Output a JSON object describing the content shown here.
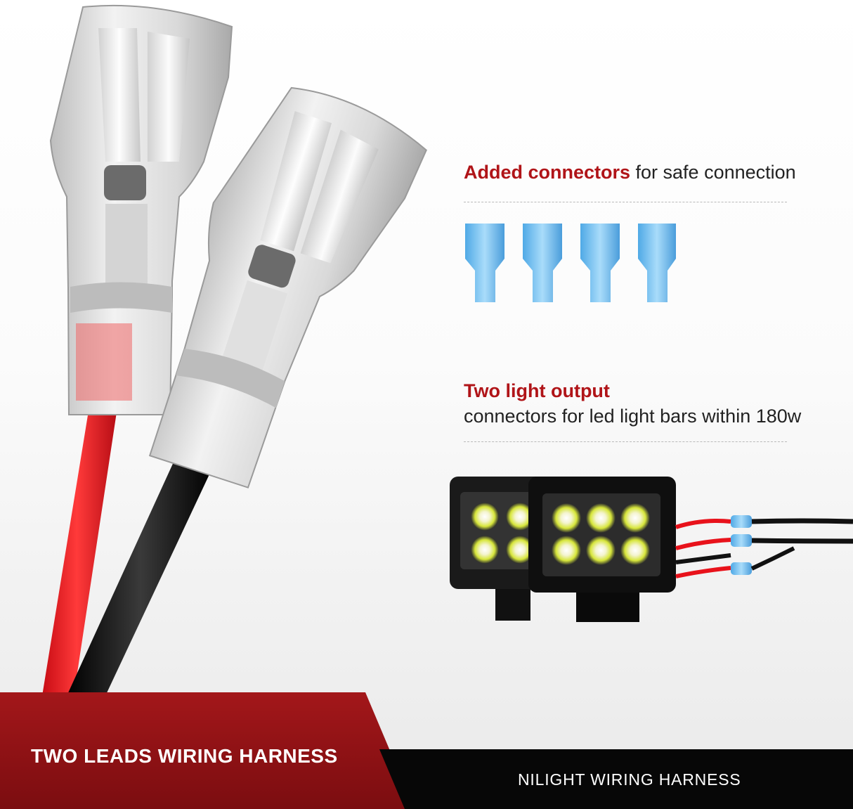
{
  "feature_1": {
    "highlight": "Added connectors",
    "rest": " for safe connection"
  },
  "feature_2": {
    "highlight": "Two light output",
    "rest": "connectors for led light bars within 180w"
  },
  "banner": {
    "title": "TWO LEADS WIRING HARNESS",
    "brand": "NILIGHT WIRING HARNESS"
  },
  "colors": {
    "accent_red": "#b01418",
    "banner_red": "#9a1418",
    "banner_black": "#070707",
    "connector_blue": "#7cc4f0",
    "wire_red": "#e8121b",
    "wire_black": "#111111"
  },
  "icons": [
    "spade-terminal-connector",
    "blue-insulated-connector",
    "led-light-bar"
  ]
}
